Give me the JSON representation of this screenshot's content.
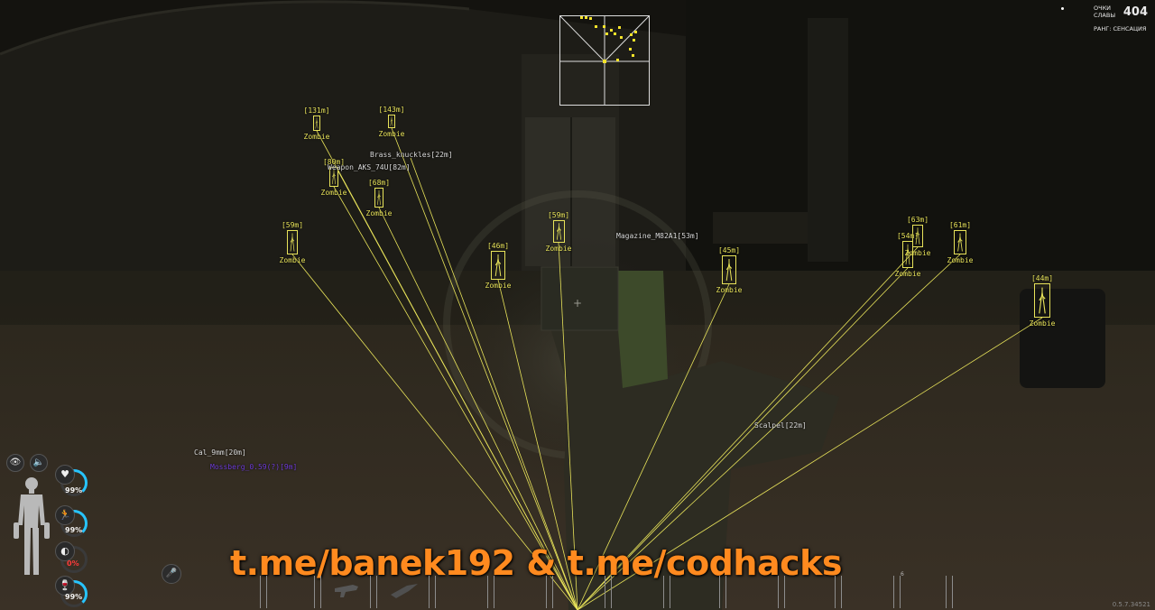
{
  "hud": {
    "score_label": "ОЧКИ СЛАВЫ",
    "score_value": "404",
    "rank_text": "РАНГ: СЕНСАЦИЯ",
    "version": "0.5.7.34521",
    "watermark": "t.me/banek192 & t.me/codhacks",
    "slot_number": "6"
  },
  "status": {
    "health": "99%",
    "stamina": "99%",
    "food_level": "0%",
    "water": "99%"
  },
  "zombies": [
    {
      "dist": "[131m]",
      "label": "Zombie"
    },
    {
      "dist": "[143m]",
      "label": "Zombie"
    },
    {
      "dist": "[80m]",
      "label": "Zombie"
    },
    {
      "dist": "[68m]",
      "label": "Zombie"
    },
    {
      "dist": "[59m]",
      "label": "Zombie"
    },
    {
      "dist": "[59m]",
      "label": "Zombie"
    },
    {
      "dist": "[46m]",
      "label": "Zombie"
    },
    {
      "dist": "[45m]",
      "label": "Zombie"
    },
    {
      "dist": "[63m]",
      "label": "Zombie"
    },
    {
      "dist": "[54m]",
      "label": "Zombie"
    },
    {
      "dist": "[61m]",
      "label": "Zombie"
    },
    {
      "dist": "[44m]",
      "label": "Zombie"
    }
  ],
  "items": [
    {
      "text": "Brass_knuckles[22m]"
    },
    {
      "text": "Weapon_AKS_74U[82m]"
    },
    {
      "text": "Magazine_M82A1[53m]"
    },
    {
      "text": "Scalpel[22m]"
    },
    {
      "text": "Cal_9mm[20m]"
    },
    {
      "text": "Mossberg_0.59(?)[9m]"
    }
  ],
  "colors": {
    "esp": "#e8e35a",
    "watermark": "#ff8a1f",
    "status_ring": "#27c4ff"
  }
}
